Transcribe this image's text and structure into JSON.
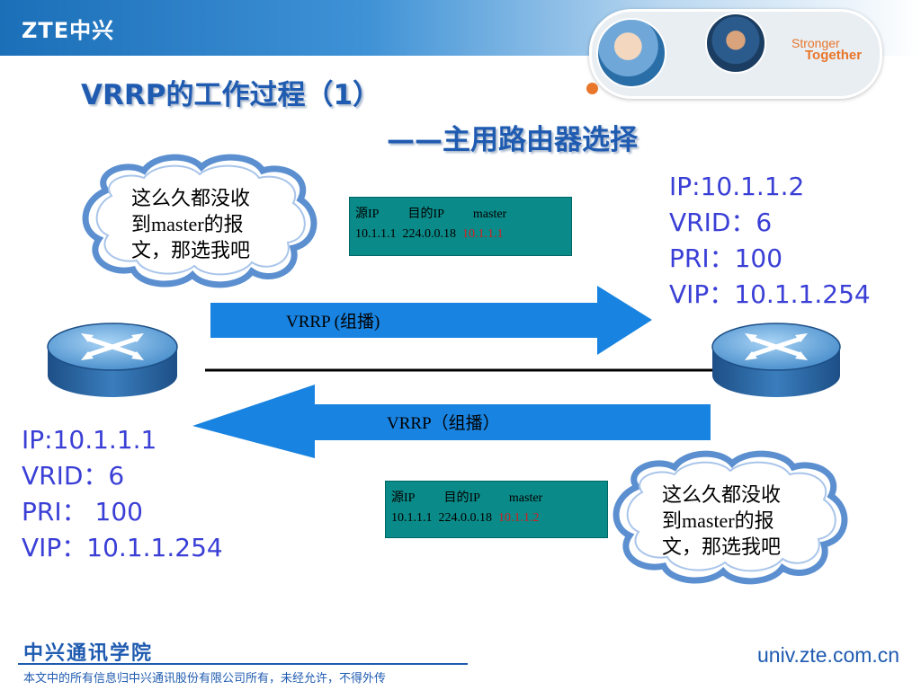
{
  "header": {
    "logo": "ZTE中兴",
    "slogan_line1": "Stronger",
    "slogan_line2": "Together"
  },
  "slide": {
    "title": "VRRP的工作过程（1）",
    "subtitle": "——主用路由器选择"
  },
  "router_right": {
    "ip": "IP:10.1.1.2",
    "vrid": "VRID：6",
    "pri": "PRI：100",
    "vip": "VIP：10.1.1.254"
  },
  "router_left": {
    "ip": "IP:10.1.1.1",
    "vrid": "VRID：6",
    "pri": "PRI： 100",
    "vip": "VIP：10.1.1.254"
  },
  "cloud_top": {
    "line1": "这么久都没收",
    "line2": "到master的报",
    "line3": "文，那选我吧"
  },
  "cloud_bottom": {
    "line1": "这么久都没收",
    "line2": "到master的报",
    "line3": "文，那选我吧"
  },
  "packet_top": {
    "h_src": "源IP",
    "h_dst": "目的IP",
    "h_master": "master",
    "src": "10.1.1.1",
    "dst": "224.0.0.18",
    "master": "10.1.1.1"
  },
  "packet_bottom": {
    "h_src": "源IP",
    "h_dst": "目的IP",
    "h_master": "master",
    "src": "10.1.1.1",
    "dst": "224.0.0.18",
    "master": "10.1.1.2"
  },
  "arrows": {
    "right_label": "VRRP (组播)",
    "left_label": "VRRP（组播）"
  },
  "footer": {
    "org": "中兴通讯学院",
    "note": "本文中的所有信息归中兴通讯股份有限公司所有，未经允许，不得外传",
    "url": "univ.zte.com.cn"
  },
  "colors": {
    "title_blue": "#1f5bb0",
    "info_blue": "#3a3fd6",
    "arrow_blue": "#1883e0",
    "packet_teal": "#0a8a88",
    "highlight_red": "#d02020",
    "accent_orange": "#e8762b"
  }
}
